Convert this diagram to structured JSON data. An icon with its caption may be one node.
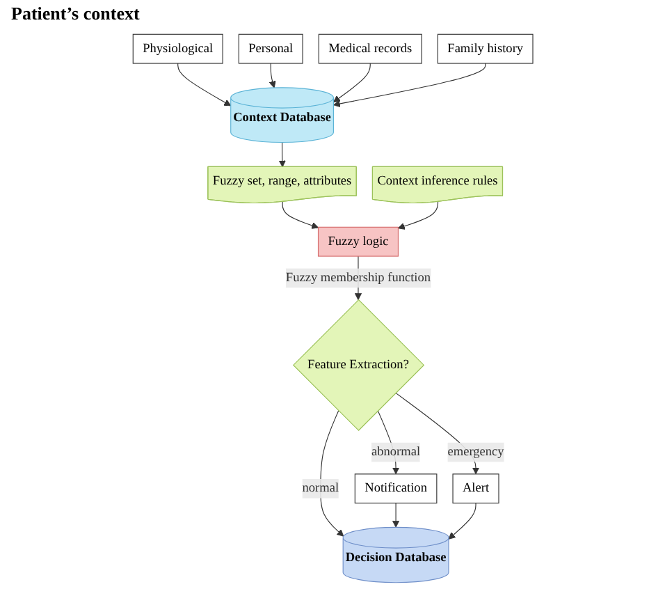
{
  "diagram": {
    "nodes": [
      {
        "text": [
          "Physiological"
        ]
      },
      {
        "text": [
          "Personal"
        ]
      },
      {
        "text": [
          "Medical records"
        ]
      },
      {
        "text": [
          "Family history"
        ]
      },
      {
        "text": [
          "Context Database"
        ]
      },
      {
        "text": [
          "Fuzzy set, range, attributes"
        ]
      },
      {
        "text": [
          "Context inference rules"
        ]
      },
      {
        "text": [
          "Fuzzy logic"
        ]
      },
      {
        "text": [
          "Feature Extraction?"
        ]
      },
      {
        "text": [
          "Notification"
        ]
      },
      {
        "text": [
          "Alert"
        ]
      },
      {
        "text": [
          "Decision Database"
        ]
      }
    ],
    "edges": [
      {
        "from": 0,
        "to": 4,
        "arrow": "to"
      },
      {
        "from": 1,
        "to": 4,
        "arrow": "to"
      },
      {
        "from": 2,
        "to": 4,
        "arrow": "to"
      },
      {
        "from": 3,
        "to": 4,
        "arrow": "to"
      },
      {
        "from": 4,
        "to": 5,
        "arrow": "to"
      },
      {
        "from": 5,
        "to": 7,
        "arrow": "to"
      },
      {
        "from": 6,
        "to": 7,
        "arrow": "to"
      },
      {
        "from": 7,
        "to": 8,
        "label": "Fuzzy membership function",
        "arrow": "to"
      },
      {
        "from": 8,
        "to": 9,
        "label": "abnormal",
        "arrow": "to"
      },
      {
        "from": 8,
        "to": 10,
        "label": "emergency",
        "arrow": "to"
      },
      {
        "from": 8,
        "to": 11,
        "label": "normal",
        "arrow": "to"
      },
      {
        "from": 9,
        "to": 11,
        "arrow": "to"
      },
      {
        "from": 10,
        "to": 11,
        "arrow": "to"
      }
    ],
    "labels": [
      "Patient’s context"
    ]
  }
}
